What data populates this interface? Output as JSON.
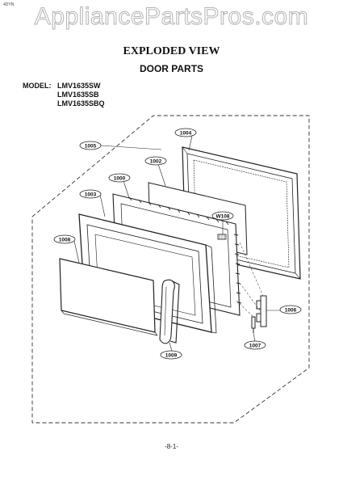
{
  "header": {
    "corner_code": "4DYN",
    "watermark": "AppliancePartsPros.com"
  },
  "title": "EXPLODED VIEW",
  "subtitle": "DOOR PARTS",
  "models": {
    "label": "MODEL:",
    "list": [
      "LMV1635SW",
      "LMV1635SB",
      "LMV1635SBQ"
    ]
  },
  "parts": {
    "p1005": "1005",
    "p1004": "1004",
    "p1002": "1002",
    "p1000": "1000",
    "p1003": "1003",
    "pW108": "W108",
    "p1008": "1008",
    "p1006": "1006",
    "p1009": "1009",
    "p1007": "1007"
  },
  "footer": {
    "page_number": "-8-1-"
  }
}
